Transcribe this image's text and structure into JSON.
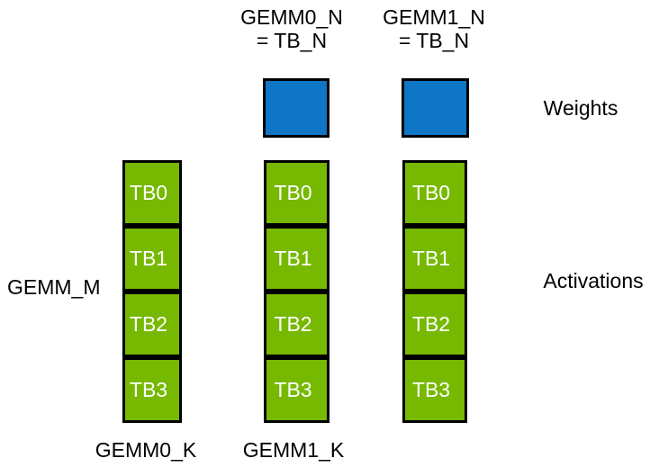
{
  "diagram": {
    "colors": {
      "weights_fill": "#0f76c5",
      "activations_fill": "#76b900",
      "outline": "#000000",
      "block_text": "#ffffff"
    },
    "headers": [
      {
        "line1": "GEMM0_N",
        "line2": "= TB_N"
      },
      {
        "line1": "GEMM1_N",
        "line2": "= TB_N"
      }
    ],
    "side_labels": {
      "weights": "Weights",
      "activations": "Activations",
      "gemm_m": "GEMM_M"
    },
    "bottom_labels": [
      "GEMM0_K",
      "GEMM1_K"
    ],
    "columns": [
      {
        "blocks": [
          "TB0",
          "TB1",
          "TB2",
          "TB3"
        ]
      },
      {
        "blocks": [
          "TB0",
          "TB1",
          "TB2",
          "TB3"
        ]
      },
      {
        "blocks": [
          "TB0",
          "TB1",
          "TB2",
          "TB3"
        ]
      }
    ]
  }
}
